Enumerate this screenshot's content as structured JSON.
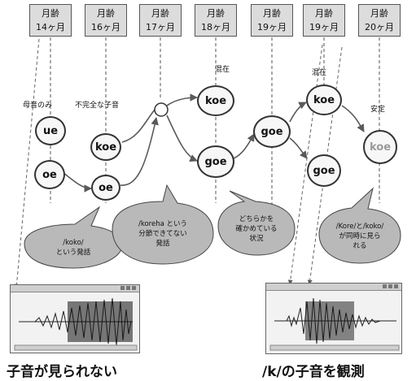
{
  "ages": [
    {
      "line1": "月齢",
      "line2": "14ヶ月"
    },
    {
      "line1": "月齢",
      "line2": "16ヶ月"
    },
    {
      "line1": "月齢",
      "line2": "17ヶ月"
    },
    {
      "line1": "月齢",
      "line2": "18ヶ月"
    },
    {
      "line1": "月齢",
      "line2": "19ヶ月"
    },
    {
      "line1": "月齢",
      "line2": "19ヶ月"
    },
    {
      "line1": "月齢",
      "line2": "20ヶ月"
    }
  ],
  "labels": {
    "vowel_only": "母音のみ",
    "incomplete": "不完全な子音",
    "mixed1": "混在",
    "mixed2": "混在",
    "stable": "安定"
  },
  "nodes": {
    "ue": "ue",
    "oe": "oe",
    "koe16": "koe",
    "oe16": "oe",
    "koe18": "koe",
    "goe18": "goe",
    "goe19": "goe",
    "koe19": "koe",
    "goe19b": "goe",
    "koe20": "koe"
  },
  "bubbles": {
    "b1": "/koko/\nという発話",
    "b2": "/koreha という\n分節できてない\n発話",
    "b3": "どちらかを\n確かめている\n状況",
    "b4": "/Kore/と/koko/\nが同時に見ら\nれる"
  },
  "captions": {
    "left": "子音が見られない",
    "right": "/k/の子音を観測"
  },
  "colors": {
    "bubble_fill": "#b9b9b9",
    "box_fill": "#dcdcdc",
    "arrow": "#5a5a5a"
  }
}
